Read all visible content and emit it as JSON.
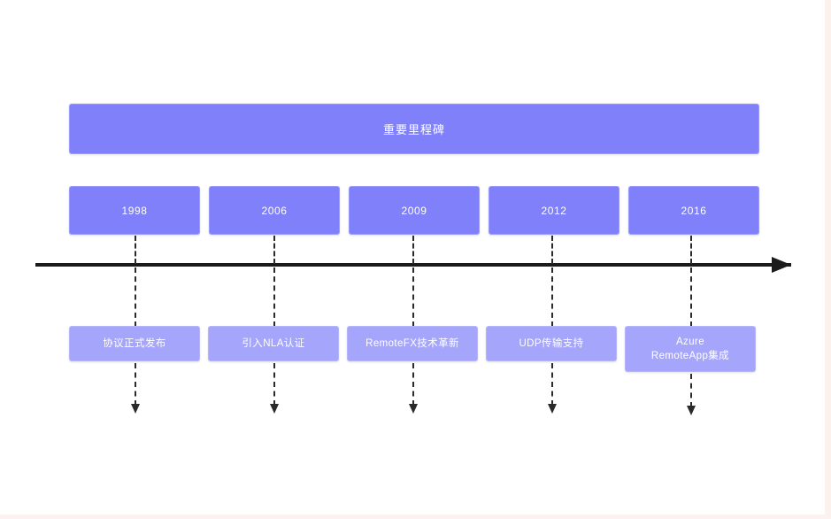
{
  "diagram": {
    "type": "timeline",
    "title": "重要里程碑",
    "colors": {
      "header_fill": "#8080fb",
      "year_fill": "#8080fb",
      "event_fill": "#a5a5fb",
      "axis": "#1b1b1b",
      "label_text": "#ffffff",
      "page_background": "#ffffff",
      "page_frame": "#fdf1ee"
    },
    "axis": {
      "name": "timeline-axis",
      "direction": "left-to-right",
      "arrowhead": "right"
    },
    "milestones": [
      {
        "year": "1998",
        "event": "协议正式发布",
        "event_lines": [
          "协议正式发布"
        ]
      },
      {
        "year": "2006",
        "event": "引入NLA认证",
        "event_lines": [
          "引入NLA认证"
        ]
      },
      {
        "year": "2009",
        "event": "RemoteFX技术革新",
        "event_lines": [
          "RemoteFX技术革新"
        ]
      },
      {
        "year": "2012",
        "event": "UDP传输支持",
        "event_lines": [
          "UDP传输支持"
        ]
      },
      {
        "year": "2016",
        "event": "Azure RemoteApp集成",
        "event_lines": [
          "Azure",
          "RemoteApp集成"
        ]
      }
    ]
  }
}
